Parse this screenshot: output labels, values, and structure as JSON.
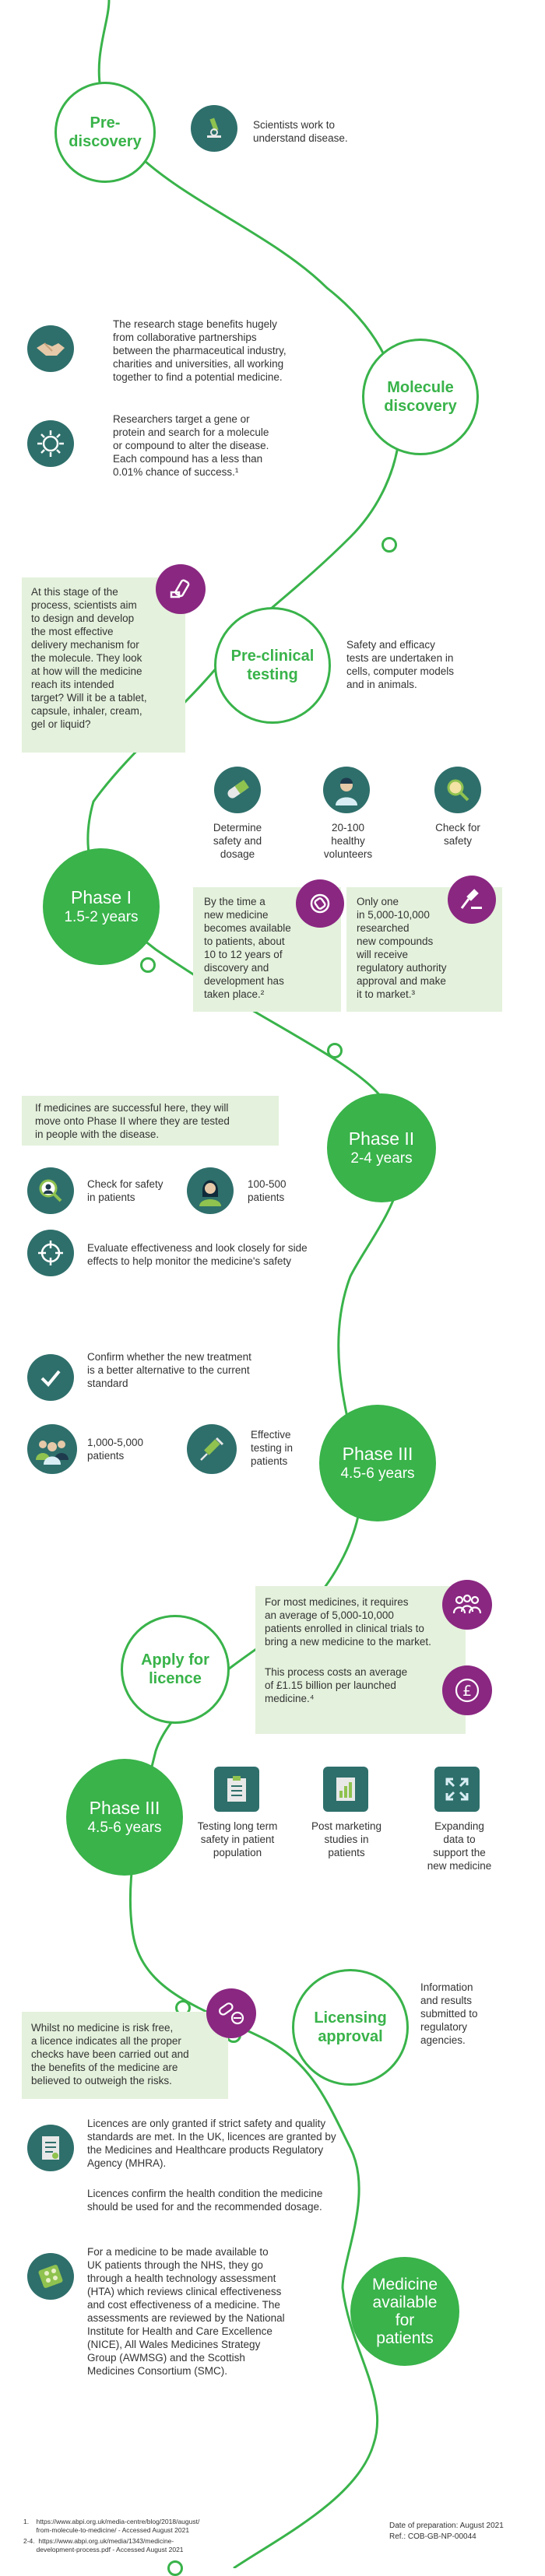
{
  "stages": {
    "prediscovery": "Pre-\ndiscovery",
    "molecule": "Molecule\ndiscovery",
    "preclinical": "Pre-clinical\ntesting",
    "phase1_title": "Phase I",
    "phase1_years": "1.5-2 years",
    "phase2_title": "Phase II",
    "phase2_years": "2-4 years",
    "phase3_title": "Phase III",
    "phase3_years": "4.5-6 years",
    "apply": "Apply for\nlicence",
    "phase3b_title": "Phase III",
    "phase3b_years": "4.5-6 years",
    "licensing": "Licensing\napproval",
    "available": "Medicine\navailable\nfor\npatients"
  },
  "text": {
    "scientists": "Scientists work to\nunderstand disease.",
    "research_stage": "The research stage benefits hugely\nfrom collaborative partnerships\nbetween the pharmaceutical industry,\ncharities and universities, all working\ntogether to find a potential medicine.",
    "researchers": "Researchers target a gene or\nprotein and search for a molecule\nor compound to alter the disease.\nEach compound has a less than\n0.01% chance of success.¹",
    "delivery": "At this stage of the\nprocess, scientists aim\nto design and develop\nthe most effective\ndelivery mechanism for\nthe molecule. They look\nat how will the medicine\nreach its intended\ntarget? Will it be a tablet,\ncapsule, inhaler, cream,\ngel or liquid?",
    "safety_efficacy": "Safety and efficacy\ntests are undertaken in\ncells, computer models\nand in animals.",
    "determine": "Determine\nsafety and\ndosage",
    "volunteers": "20-100\nhealthy\nvolunteers",
    "check_safety": "Check for\nsafety",
    "by_the_time": "By the time a\nnew medicine\nbecomes available\nto patients, about\n10 to 12 years of\ndiscovery and\ndevelopment has\ntaken place.²",
    "only_one": "Only one\nin 5,000-10,000\nresearched\nnew compounds\nwill receive\nregulatory authority\napproval and make\nit to market.³",
    "if_successful": "If medicines are successful here, they will\nmove onto Phase II where they are tested\nin people with the disease.",
    "check_patients": "Check for safety\nin patients",
    "p100_500": "100-500\npatients",
    "evaluate": "Evaluate effectiveness and look closely for side\neffects to help monitor the medicine's safety",
    "confirm": "Confirm whether the new treatment\nis a better alternative to the current\nstandard",
    "p1000_5000": "1,000-5,000\npatients",
    "effective": "Effective\ntesting in\npatients",
    "most_medicines": "For most medicines, it requires\nan average of 5,000-10,000\npatients enrolled in clinical trials to\nbring a new medicine to the market.",
    "costs": "This process costs an average\nof £1.15 billion per launched\nmedicine.⁴",
    "long_term": "Testing long term\nsafety in patient\npopulation",
    "post_marketing": "Post marketing\nstudies in\npatients",
    "expanding": "Expanding\ndata to\nsupport the\nnew medicine",
    "info_results": "Information\nand results\nsubmitted to\nregulatory\nagencies.",
    "risk_free": "Whilst no medicine is risk free,\na licence indicates all the proper\nchecks have been carried out and\nthe benefits of the medicine are\nbelieved to outweigh the risks.",
    "licences_granted": "Licences are only granted if strict safety and quality\nstandards are met. In the UK, licences are granted by\nthe Medicines and Healthcare products Regulatory\nAgency (MHRA).",
    "licences_confirm": "Licences confirm the health condition the medicine\nshould be used for and the recommended dosage.",
    "available_nhs": "For a medicine to be made available to\nUK patients through the NHS, they go\nthrough a health technology assessment\n(HTA) which reviews clinical effectiveness\nand cost effectiveness of a medicine. The\nassessments are reviewed by the National\nInstitute for Health and Care Excellence\n(NICE), All Wales Medicines Strategy\nGroup (AWMSG) and the Scottish\nMedicines Consortium (SMC)."
  },
  "footer": {
    "ref1": "1.    https://www.abpi.org.uk/media-centre/blog/2018/august/\n       from-molecule-to-medicine/ - Accessed August 2021",
    "ref2": "2-4.  https://www.abpi.org.uk/media/1343/medicine-\n       development-process.pdf - Accessed August 2021",
    "date": "Date of preparation: August 2021",
    "ref_code": "Ref.: COB-GB-NP-00044"
  },
  "colors": {
    "green": "#39b34a",
    "teal": "#2e6f6b",
    "purple": "#8a2781",
    "light_green": "#e4f1dc"
  },
  "icons": [
    "microscope-icon",
    "handshake-icon",
    "virus-icon",
    "inhaler-icon",
    "pill-icon",
    "doctor-icon",
    "magnifier-icon",
    "no-entry-icon",
    "gavel-icon",
    "magnifier-person-icon",
    "patient-icon",
    "target-icon",
    "check-icon",
    "people-icon",
    "syringe-icon",
    "group-icon",
    "pound-icon",
    "clipboard-icon",
    "chart-icon",
    "expand-icon",
    "capsules-icon",
    "document-icon",
    "pill-pack-icon"
  ]
}
